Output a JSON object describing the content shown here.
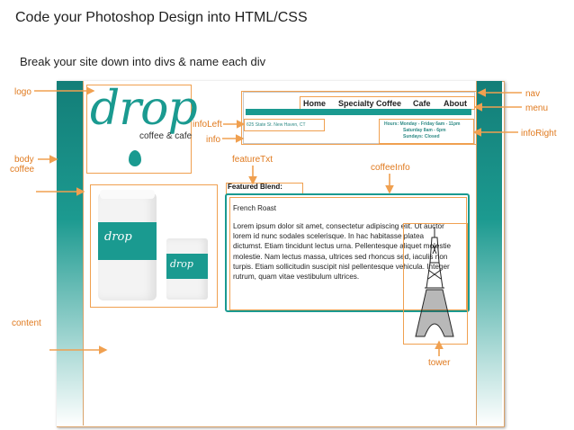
{
  "title": "Code your Photoshop Design into HTML/CSS",
  "subtitle": "Break your site down into divs & name each div",
  "labels": {
    "logo": "logo",
    "body": "body",
    "coffee": "coffee",
    "content": "content",
    "info_left": "infoLeft",
    "info": "info",
    "feature_txt": "featureTxt",
    "coffee_info": "coffeeInfo",
    "nav": "nav",
    "menu": "menu",
    "info_right": "infoRight",
    "tower": "tower"
  },
  "mockup": {
    "logo_word": "drop",
    "logo_sub": "coffee & cafe",
    "nav_items": [
      "Home",
      "Specialty Coffee",
      "Cafe",
      "About"
    ],
    "address": "625 State St. New Haven, CT",
    "hours": [
      "Hours: Monday - Friday 6am - 11pm",
      "Saturday 8am - 6pm",
      "Sundays: Closed"
    ],
    "featured_label": "Featured Blend:",
    "featured_title": "French Roast",
    "featured_body": "Lorem ipsum dolor sit amet, consectetur adipiscing elit. Ut auctor lorem id nunc sodales scelerisque. In hac habitasse platea dictumst. Etiam tincidunt lectus urna. Pellentesque aliquet molestie molestie. Nam lectus massa, ultrices sed rhoncus sed, iaculis non turpis. Etiam sollicitudin suscipit nisl pellentesque vehicula. Integer rutrum, quam vitae vestibulum ultrices."
  },
  "colors": {
    "accent": "#1a9a90",
    "annotation": "#e07a1f"
  }
}
